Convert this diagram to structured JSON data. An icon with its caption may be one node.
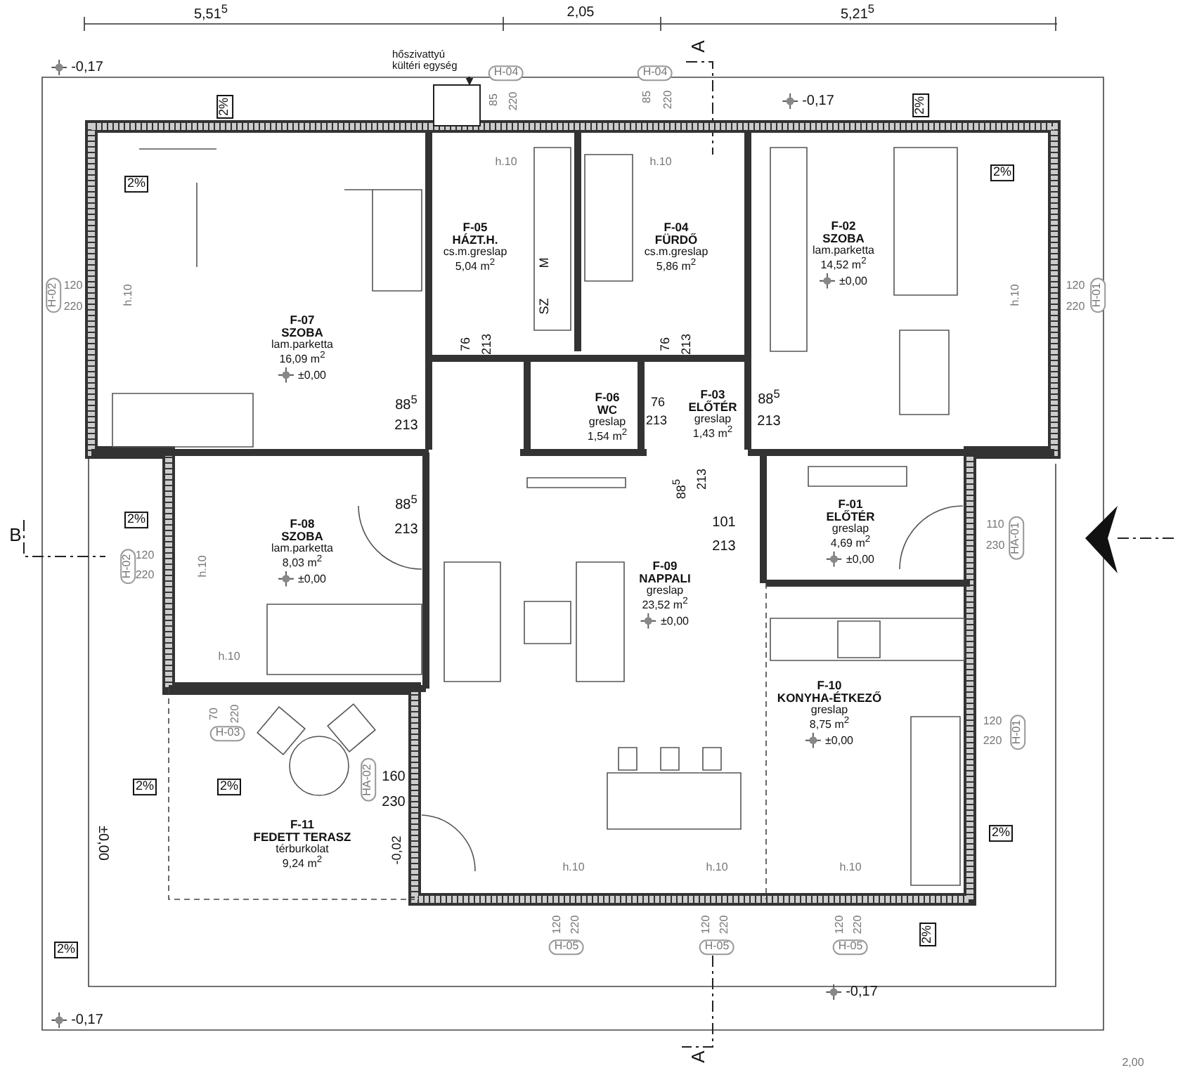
{
  "diagram": {
    "nodes": [
      {
        "text": [
          "hőszivattyú kültéri egység"
        ]
      },
      {
        "text": [],
        "shape": "box"
      },
      {
        "text": [
          "F-07",
          "SZOBA",
          "lam.parketta",
          "16,09 m$^{2}$",
          "±0,00"
        ]
      },
      {
        "text": [
          "F-05",
          "HÁZT.H.",
          "cs.m.greslap",
          "5,04 m$^{2}$"
        ]
      },
      {
        "text": [
          "F-04",
          "FÜRDŐ",
          "cs.m.greslap",
          "5,86 m$^{2}$"
        ]
      },
      {
        "text": [
          "F-02",
          "SZOBA",
          "lam.parketta",
          "14,52 m$^{2}$",
          "±0,00"
        ]
      },
      {
        "text": [
          "F-06",
          "WC",
          "greslap",
          "1,54 m$^{2}$"
        ]
      },
      {
        "text": [
          "F-03",
          "ELŐTÉR",
          "greslap",
          "1,43 m$^{2}$"
        ]
      },
      {
        "text": [
          "F-08",
          "SZOBA",
          "lam.parketta",
          "8,03 m$^{2}$",
          "±0,00"
        ]
      },
      {
        "text": [
          "F-09",
          "NAPPALI",
          "greslap",
          "23,52 m$^{2}$",
          "±0,00"
        ]
      },
      {
        "text": [
          "F-01",
          "ELŐTÉR",
          "greslap",
          "4,69 m$^{2}$",
          "±0,00"
        ]
      },
      {
        "text": [
          "F-10",
          "KONYHA-ÉTKEZŐ",
          "greslap",
          "8,75 m$^{2}$",
          "±0,00"
        ]
      },
      {
        "text": [
          "F-11",
          "FEDETT TERASZ",
          "térburkolat",
          "9,24 m$^{2}$"
        ]
      }
    ],
    "edges": [
      {
        "from": 0,
        "to": 1,
        "arrow": "to"
      }
    ],
    "labels": [
      "5,51$^{5}$",
      "2,05",
      "5,21$^{5}$",
      "A",
      "-0,17",
      "H-04",
      "85",
      "220",
      "H-04",
      "85",
      "220",
      "-0,17",
      "2%",
      "2%",
      "h.10",
      "h.10",
      "2%",
      "2%",
      "M",
      "SZ",
      "H-02",
      "120",
      "220",
      "h.10",
      "h.10",
      "120",
      "220",
      "H-01",
      "76",
      "213",
      "76",
      "213",
      "88$^{5}$",
      "213",
      "76",
      "213",
      "88$^{5}$",
      "213",
      "88$^{5}$",
      "213",
      "88$^{5}$",
      "213",
      "2%",
      "B",
      "H-02",
      "120",
      "220",
      "h.10",
      "101",
      "213",
      "110",
      "230",
      "HA-01",
      "h.10",
      "70",
      "220",
      "H-03",
      "120",
      "220",
      "H-01",
      "HA-02",
      "160",
      "230",
      "2%",
      "2%",
      "2%",
      "±0,00",
      "-0,02",
      "h.10",
      "h.10",
      "h.10",
      "120",
      "220",
      "H-05",
      "120",
      "220",
      "H-05",
      "120",
      "220",
      "H-05",
      "2%",
      "2%",
      "-0,17",
      "-0,17",
      "A",
      "2,00"
    ]
  }
}
